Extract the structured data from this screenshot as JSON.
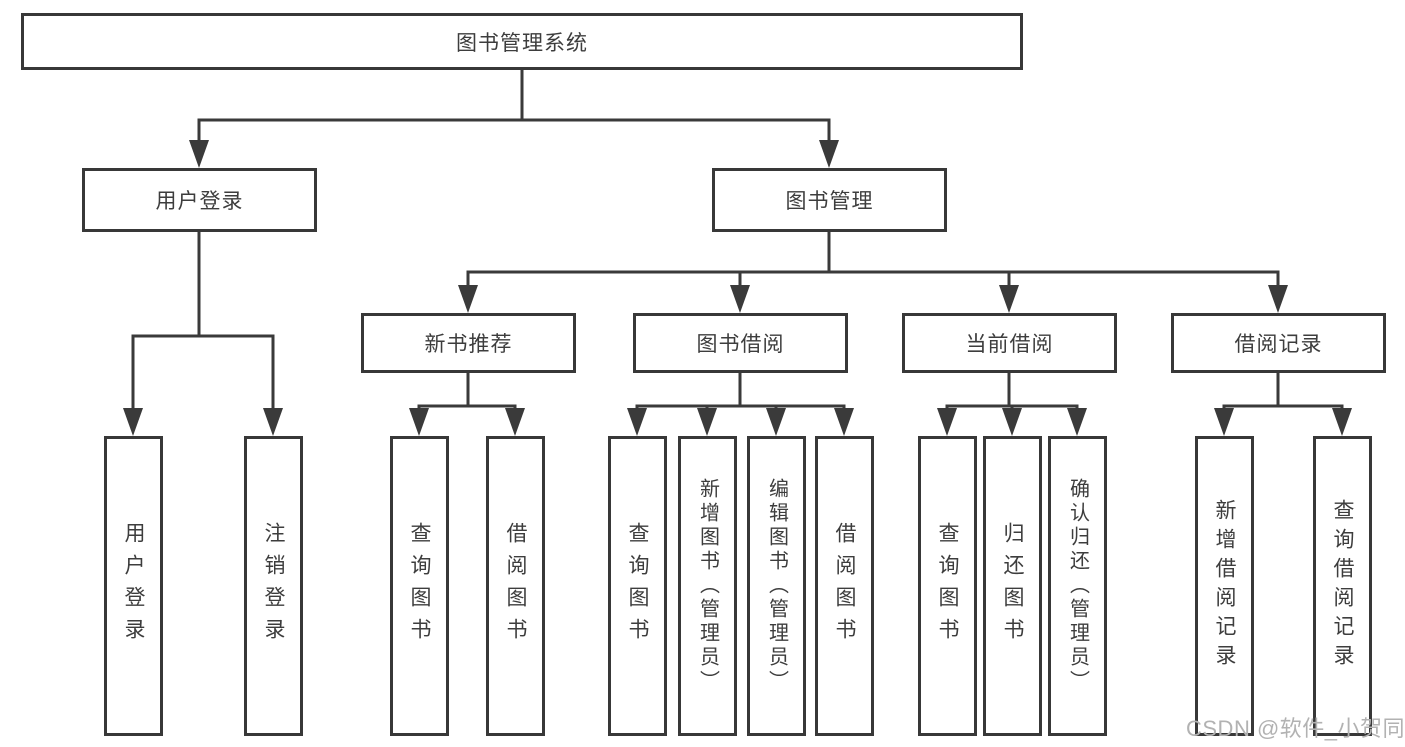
{
  "colors": {
    "line": "#3a3a3a",
    "box_border": "#383838",
    "text": "#3d3d3d",
    "watermark": "#b2b2b2",
    "background": "#ffffff"
  },
  "tree": {
    "label": "图书管理系统",
    "children": [
      {
        "label": "用户登录",
        "children": [
          {
            "label": "用户登录"
          },
          {
            "label": "注销登录"
          }
        ]
      },
      {
        "label": "图书管理",
        "children": [
          {
            "label": "新书推荐",
            "children": [
              {
                "label": "查询图书"
              },
              {
                "label": "借阅图书"
              }
            ]
          },
          {
            "label": "图书借阅",
            "children": [
              {
                "label": "查询图书"
              },
              {
                "label": "新增图书（管理员）"
              },
              {
                "label": "编辑图书（管理员）"
              },
              {
                "label": "借阅图书"
              }
            ]
          },
          {
            "label": "当前借阅",
            "children": [
              {
                "label": "查询图书"
              },
              {
                "label": "归还图书"
              },
              {
                "label": "确认归还（管理员）"
              }
            ]
          },
          {
            "label": "借阅记录",
            "children": [
              {
                "label": "新增借阅记录"
              },
              {
                "label": "查询借阅记录"
              }
            ]
          }
        ]
      }
    ]
  },
  "watermark": {
    "text": "CSDN @软件_小贺同学"
  }
}
